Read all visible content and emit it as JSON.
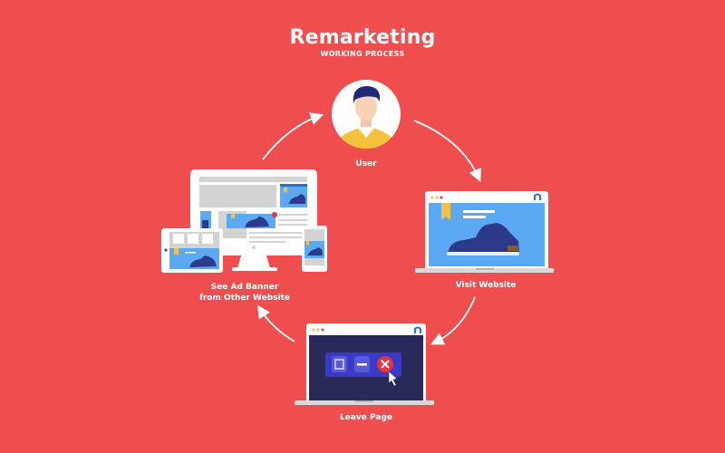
{
  "header": {
    "title": "Remarketing",
    "subtitle": "WORKING PROCESS"
  },
  "colors": {
    "background": "#f04e4e",
    "screen_blue": "#5aa9f2",
    "shoe_navy": "#2d3a8c",
    "dark_screen": "#2a2a5a",
    "close_red": "#e8323c",
    "ribbon_yellow": "#f5c04a",
    "shirt_yellow": "#f5c33b"
  },
  "steps": [
    {
      "id": "user",
      "label": "User",
      "icon": "user-avatar-icon"
    },
    {
      "id": "visit",
      "label": "Visit Website",
      "icon": "laptop-shoe-icon"
    },
    {
      "id": "leave",
      "label": "Leave Page",
      "icon": "laptop-close-window-icon"
    },
    {
      "id": "ad",
      "label_line1": "See Ad Banner",
      "label_line2": "from Other Website",
      "icon": "multi-device-ad-icon"
    }
  ],
  "flow": [
    "User",
    "Visit Website",
    "Leave Page",
    "See Ad Banner from Other Website",
    "User"
  ]
}
